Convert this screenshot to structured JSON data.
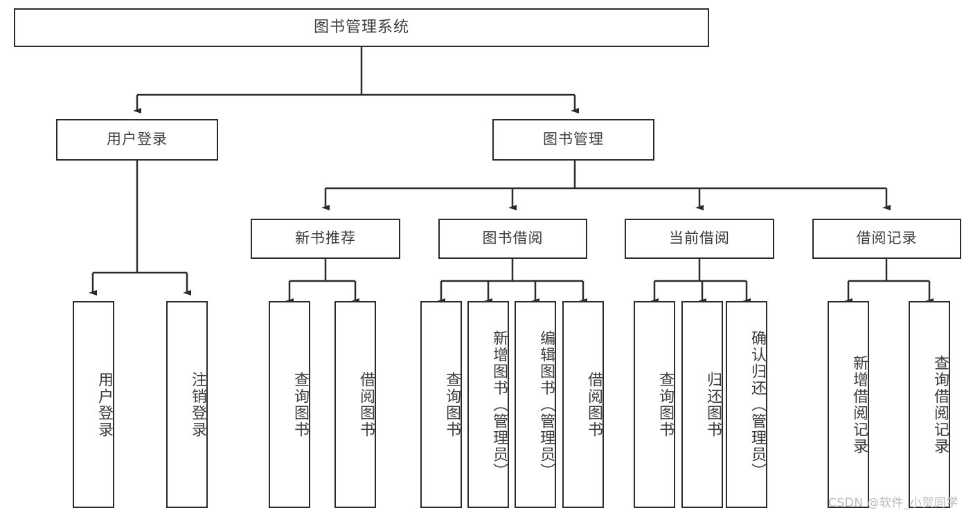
{
  "diagram": {
    "title": "图书管理系统",
    "type": "tree-hierarchy",
    "watermark": "CSDN @软件_小贺同学",
    "colors": {
      "box_border": "#2b2b2b",
      "box_fill": "#ffffff",
      "text": "#3c3c3c",
      "connector": "#2b2b2b",
      "watermark": "#b9b9b9"
    },
    "root": {
      "label": "图书管理系统"
    },
    "level1": [
      {
        "label": "用户登录"
      },
      {
        "label": "图书管理"
      }
    ],
    "level2": [
      {
        "label": "新书推荐"
      },
      {
        "label": "图书借阅"
      },
      {
        "label": "当前借阅"
      },
      {
        "label": "借阅记录"
      }
    ],
    "leaves": {
      "user_login": [
        {
          "label": "用户登录"
        },
        {
          "label": "注销登录"
        }
      ],
      "new_book_recommend": [
        {
          "label": "查询图书"
        },
        {
          "label": "借阅图书"
        }
      ],
      "book_borrow": [
        {
          "label": "查询图书"
        },
        {
          "label": "新增图书（管理员）"
        },
        {
          "label": "编辑图书（管理员）"
        },
        {
          "label": "借阅图书"
        }
      ],
      "current_borrow": [
        {
          "label": "查询图书"
        },
        {
          "label": "归还图书"
        },
        {
          "label": "确认归还（管理员）"
        }
      ],
      "borrow_record": [
        {
          "label": "新增借阅记录"
        },
        {
          "label": "查询借阅记录"
        }
      ]
    }
  }
}
